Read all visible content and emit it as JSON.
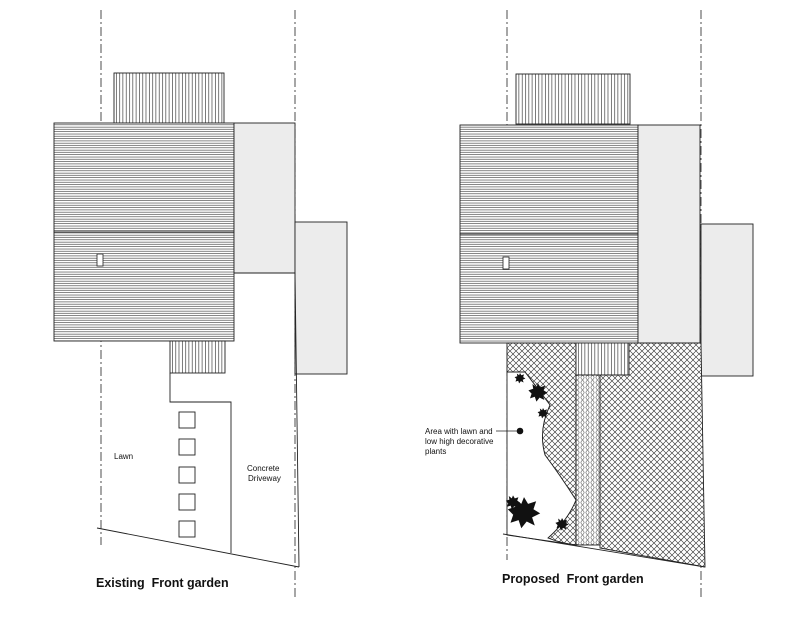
{
  "existing": {
    "title": "Existing  Front garden",
    "lawn_label": "Lawn",
    "driveway_label": [
      "Concrete",
      "Driveway"
    ]
  },
  "proposed": {
    "title": "Proposed  Front garden",
    "annotation": [
      "Area with lawn and",
      "low high decorative",
      "plants"
    ]
  }
}
